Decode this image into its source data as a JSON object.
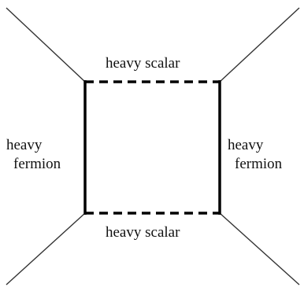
{
  "labels": {
    "top": "heavy scalar",
    "bottom": "heavy scalar",
    "left_line1": "heavy",
    "left_line2": "fermion",
    "right_line1": "heavy",
    "right_line2": "fermion"
  }
}
